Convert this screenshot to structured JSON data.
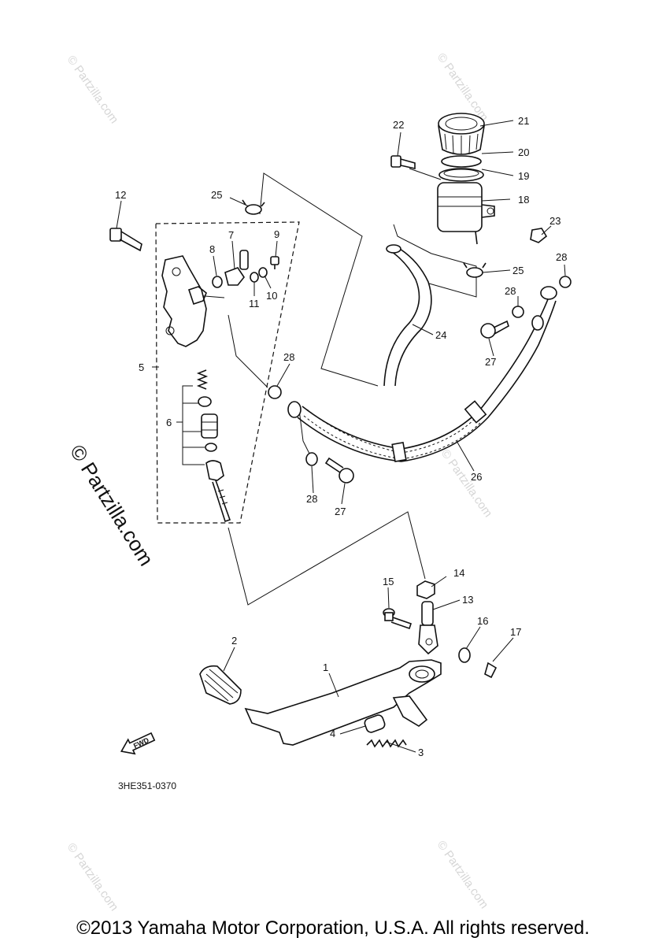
{
  "watermark": {
    "text": "© Partzilla.com",
    "large_text": "© Partzilla.com"
  },
  "diagram_code": "3HE351-0370",
  "fwd_label": "FWD",
  "copyright": "©2013 Yamaha Motor Corporation, U.S.A. All rights reserved.",
  "callouts": [
    "1",
    "2",
    "3",
    "4",
    "5",
    "6",
    "7",
    "8",
    "9",
    "10",
    "11",
    "12",
    "13",
    "14",
    "15",
    "16",
    "17",
    "18",
    "19",
    "20",
    "21",
    "22",
    "23",
    "24",
    "25",
    "25",
    "26",
    "27",
    "27",
    "28",
    "28",
    "28",
    "28"
  ]
}
